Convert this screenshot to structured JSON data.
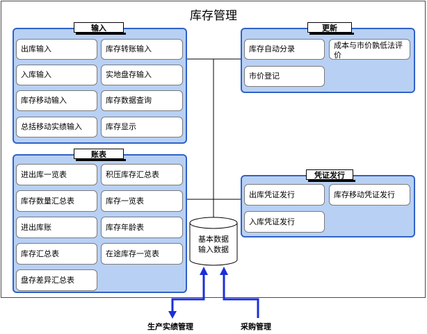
{
  "title": "库存管理",
  "groups": {
    "input": {
      "title": "输入",
      "items": [
        "出库输入",
        "库存转账输入",
        "入库输入",
        "实地盘存输入",
        "库存移动输入",
        "库存数据查询",
        "总括移动实绩输入",
        "库存显示"
      ]
    },
    "ledger": {
      "title": "账表",
      "items": [
        "进出库一览表",
        "积压库存汇总表",
        "库存数量汇总表",
        "库存一览表",
        "进出库账",
        "库存年龄表",
        "库存汇总表",
        "在途库存一览表",
        "盘存差异汇总表"
      ]
    },
    "update": {
      "title": "更新",
      "items": [
        "库存自动分录",
        "成本与市价孰低法评价",
        "市价登记"
      ]
    },
    "voucher": {
      "title": "凭证发行",
      "items": [
        "出库凭证发行",
        "库存移动凭证发行",
        "入库凭证发行"
      ]
    }
  },
  "database": {
    "line1": "基本数据",
    "line2": "输入数据"
  },
  "external": {
    "production": "生产实绩管理",
    "purchasing": "采购管理"
  }
}
